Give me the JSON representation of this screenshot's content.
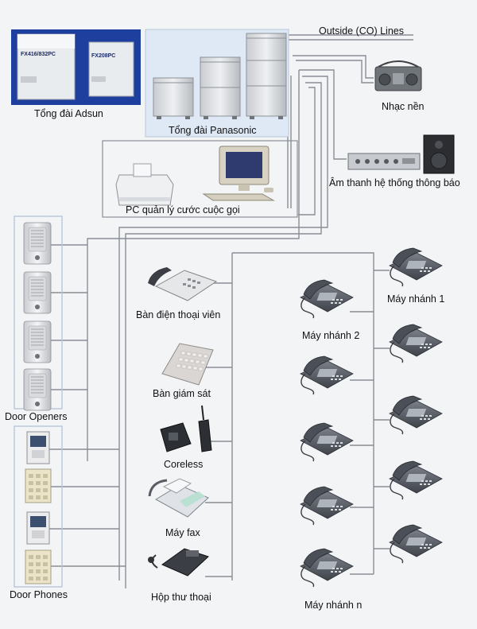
{
  "labels": {
    "adsun": "Tổng đài Adsun",
    "panasonic": "Tổng đài Panasonic",
    "co_lines": "Outside (CO) Lines",
    "music": "Nhạc nền",
    "pa_system": "Âm thanh hệ thống thông báo",
    "pc_billing": "PC quản lý cước cuộc gọi",
    "operator_console": "Bàn điện thoại viên",
    "monitor_console": "Bàn giám sát",
    "cordless": "Coreless",
    "fax": "Máy fax",
    "voicemail": "Hộp thư thoại",
    "door_openers": "Door Openers",
    "door_phones": "Door Phones",
    "ext1": "Máy nhánh 1",
    "ext2": "Máy nhánh 2",
    "extn": "Máy nhánh n"
  },
  "device_text": {
    "adsun_model_left": "FX416/832PC",
    "adsun_model_right": "FX208PC"
  },
  "colors": {
    "wire": "#8a8f96",
    "panel_bg": "#dfe9f5",
    "adsun_bg": "#1f3f9e",
    "phone_body": "#5c6068"
  },
  "icons": {
    "pbx": "pbx-cabinet-icon",
    "radio": "boombox-icon",
    "amplifier": "amplifier-icon",
    "speaker": "speaker-icon",
    "printer": "printer-icon",
    "computer": "computer-icon",
    "phone": "desk-phone-icon",
    "door_opener": "door-opener-icon",
    "door_phone": "door-phone-icon"
  }
}
